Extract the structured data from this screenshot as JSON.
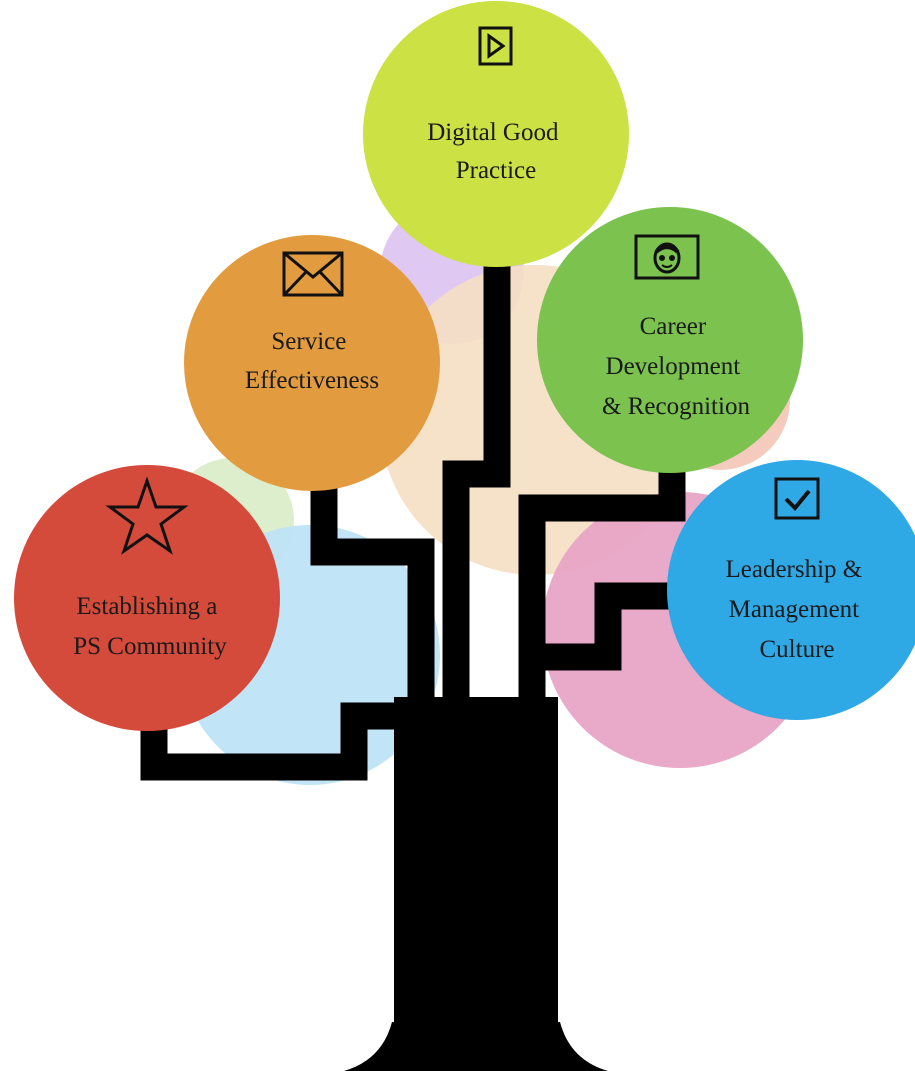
{
  "diagram": {
    "branches": [
      {
        "id": "digital",
        "lines": [
          "Digital Good",
          "Practice"
        ],
        "icon": "play-icon",
        "color": "#cbe144"
      },
      {
        "id": "service",
        "lines": [
          "Service",
          "Effectiveness"
        ],
        "icon": "envelope-icon",
        "color": "#e29c3f"
      },
      {
        "id": "career",
        "lines": [
          "Career",
          "Development",
          "& Recognition"
        ],
        "icon": "portrait-icon",
        "color": "#7bc24f"
      },
      {
        "id": "community",
        "lines": [
          "Establishing a",
          "PS Community"
        ],
        "icon": "star-icon",
        "color": "#d44b3c"
      },
      {
        "id": "leadership",
        "lines": [
          "Leadership &",
          "Management",
          "Culture"
        ],
        "icon": "checkbox-icon",
        "color": "#2fa8e6"
      }
    ],
    "trunk_color": "#000000"
  }
}
